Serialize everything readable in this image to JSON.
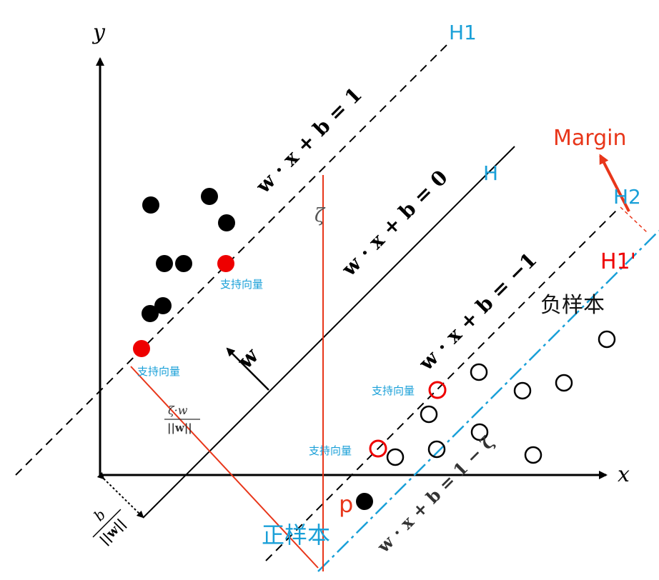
{
  "axes": {
    "x_label": "x",
    "y_label": "y"
  },
  "lines": {
    "h1": {
      "name": "H1",
      "equation": "w · x + b = 1"
    },
    "h": {
      "name": "H",
      "equation": "w · x + b = 0"
    },
    "h2": {
      "name": "H2",
      "equation": "w · x + b = −1"
    },
    "h1p": {
      "name": "H1'",
      "equation": "w · x + b = 1 − ζ"
    }
  },
  "labels": {
    "margin": "Margin",
    "negative_samples": "负样本",
    "positive_samples": "正样本",
    "support_vector": "支持向量",
    "w_vector": "w",
    "zeta": "ζ",
    "p": "p",
    "fraction_top": "ζ·w",
    "fraction_bottom": "||w||",
    "offset_top": "b",
    "offset_bottom": "||w||"
  },
  "colors": {
    "black": "#000000",
    "red": "#e8361a",
    "blue": "#1aa0d8",
    "support_red": "#ee0000"
  },
  "points": {
    "positive": [
      [
        211,
        287
      ],
      [
        293,
        275
      ],
      [
        317,
        312
      ],
      [
        230,
        369
      ],
      [
        257,
        369
      ],
      [
        228,
        428
      ],
      [
        210,
        439
      ]
    ],
    "positive_support": [
      [
        316,
        369
      ],
      [
        198,
        488
      ]
    ],
    "negative": [
      [
        849,
        475
      ],
      [
        789,
        536
      ],
      [
        731,
        547
      ],
      [
        670,
        521
      ],
      [
        600,
        580
      ],
      [
        553,
        640
      ],
      [
        611,
        629
      ],
      [
        746,
        637
      ],
      [
        671,
        605
      ]
    ],
    "negative_support": [
      [
        612,
        546
      ],
      [
        529,
        628
      ]
    ],
    "p_point": [
      510,
      702
    ]
  }
}
